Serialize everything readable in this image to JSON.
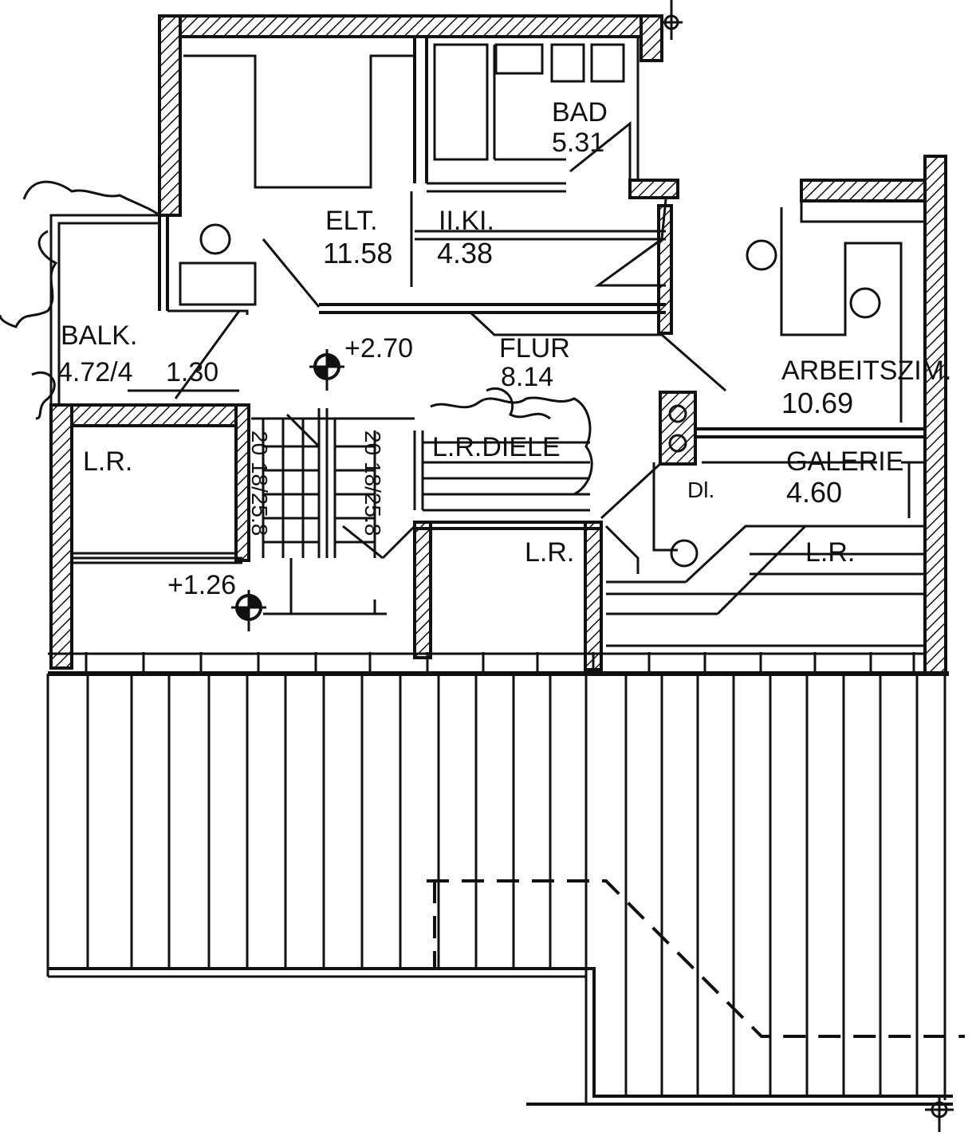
{
  "plan": {
    "rooms": [
      {
        "key": "bad",
        "name": "BAD",
        "area": "5.31"
      },
      {
        "key": "elt",
        "name": "ELT.",
        "area": "11.58"
      },
      {
        "key": "kind",
        "name": "II.KI.",
        "area": "4.38"
      },
      {
        "key": "balkon",
        "name": "BALK.",
        "area": "4.72/4"
      },
      {
        "key": "flur",
        "name": "FLUR",
        "area": "8.14"
      },
      {
        "key": "arbeitszimmer",
        "name": "ARBEITSZIM.",
        "area": "10.69"
      },
      {
        "key": "galerie",
        "name": "GALERIE",
        "area": "4.60"
      }
    ],
    "storage": {
      "left": "L.R.",
      "center": "L.R.",
      "right": "L.R.",
      "diele": "L.R.DIELE"
    },
    "dimension_balcony": "1.30",
    "levels": {
      "upper": "+2.70",
      "lower": "+1.26"
    },
    "stair_left": "20 18/25.8",
    "stair_right": "20 18/25.8",
    "dl_label": "Dl."
  }
}
